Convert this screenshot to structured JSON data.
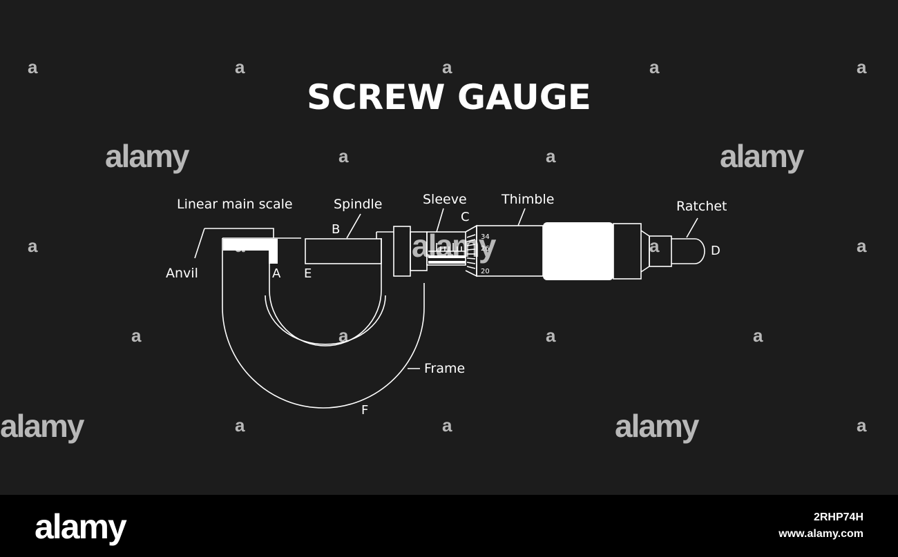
{
  "title": "SCREW GAUGE",
  "labels": {
    "linear_main_scale": "Linear main scale",
    "spindle": "Spindle",
    "sleeve": "Sleeve",
    "thimble": "Thimble",
    "ratchet": "Ratchet",
    "anvil": "Anvil",
    "frame": "Frame"
  },
  "letters": {
    "a": "A",
    "b": "B",
    "c": "C",
    "d": "D",
    "e": "E",
    "f": "F"
  },
  "thimble_scale": [
    "34",
    "26",
    "20"
  ],
  "watermark": {
    "big": "alamy",
    "small": "a"
  },
  "footer": {
    "logo": "alamy",
    "image_id": "2RHP74H",
    "url": "www.alamy.com"
  },
  "colors": {
    "background": "#1c1c1c",
    "line": "#ffffff",
    "footer": "#000000",
    "watermark": "#b8b8b8"
  }
}
